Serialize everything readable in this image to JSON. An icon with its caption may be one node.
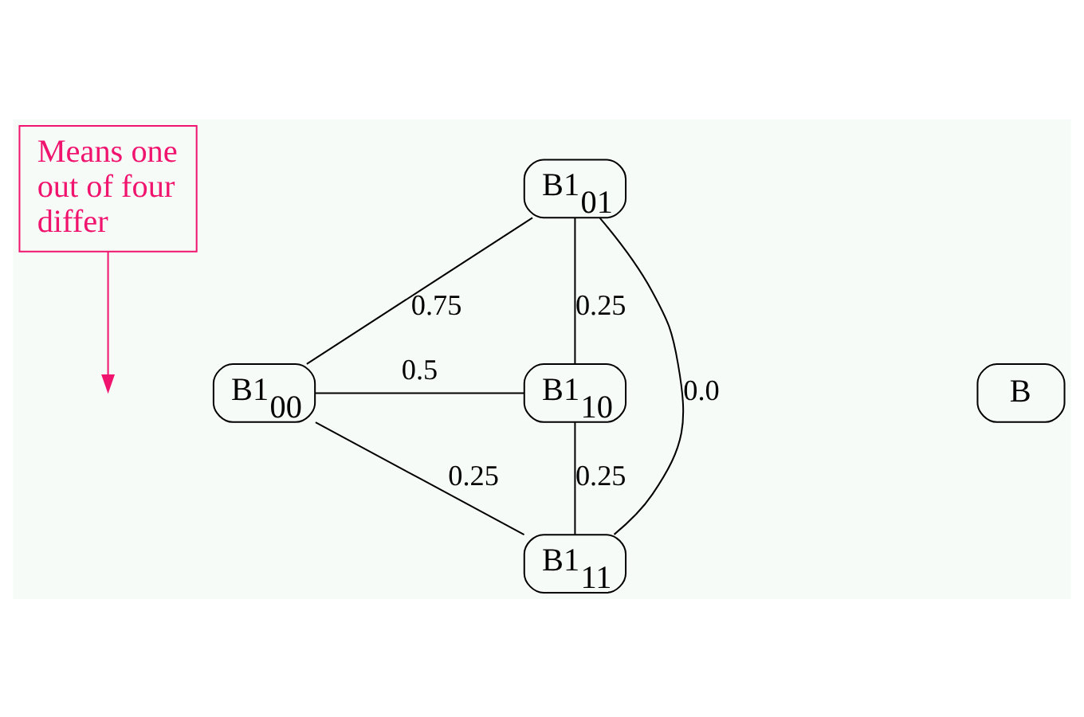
{
  "diagram": {
    "nodes": [
      {
        "text": [
          "Means one out of four differ"
        ]
      },
      {
        "text": [
          "B1$_{01}$"
        ]
      },
      {
        "text": [
          "B1$_{00}$"
        ]
      },
      {
        "text": [
          "B1$_{10}$"
        ]
      },
      {
        "text": [
          "B"
        ]
      },
      {
        "text": [
          "B1$_{11}$"
        ]
      }
    ],
    "edges": [
      {
        "from": 1,
        "to": 2,
        "arrow": "none",
        "label": "0.75"
      },
      {
        "from": 1,
        "to": 3,
        "arrow": "none",
        "label": "0.25"
      },
      {
        "from": 1,
        "to": 5,
        "arrow": "none",
        "label": "0.0"
      },
      {
        "from": 2,
        "to": 3,
        "arrow": "none",
        "label": "0.5"
      },
      {
        "from": 2,
        "to": 5,
        "arrow": "none",
        "label": "0.25"
      },
      {
        "from": 3,
        "to": 5,
        "arrow": "none",
        "label": "0.25"
      },
      {
        "from": 0,
        "to": null,
        "arrow": "to",
        "color": "#f0146e"
      }
    ]
  }
}
